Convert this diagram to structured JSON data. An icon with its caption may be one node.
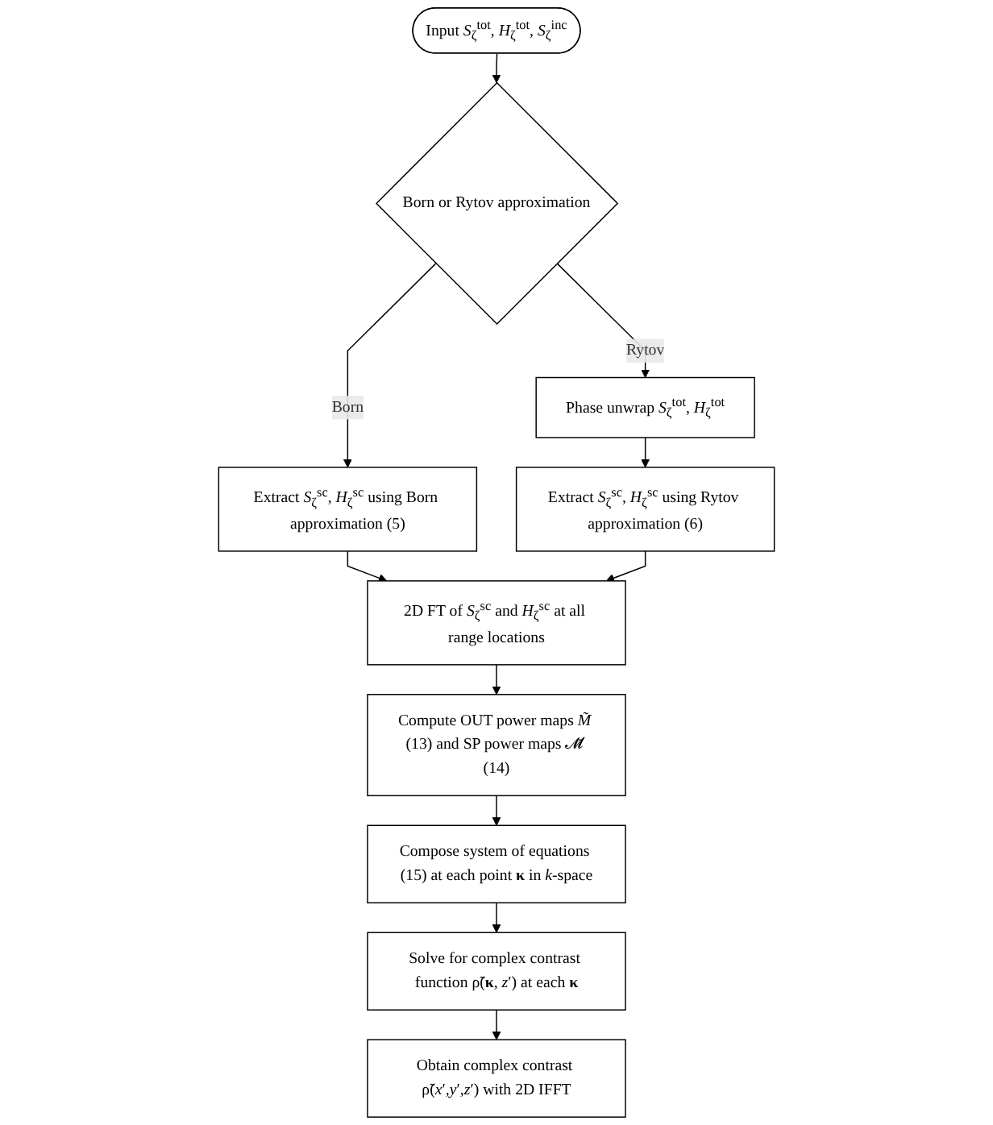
{
  "diagram": {
    "nodes": [
      {
        "text": [
          "Input *S*$_{ζ}$$^{tot}$, *H*$_{ζ}$$^{tot}$, *S*$_{ζ}$$^{inc}$"
        ]
      },
      {
        "text": [
          "Born or Rytov approximation"
        ]
      },
      {
        "text": [
          "Extract *S*$_{ζ}$$^{sc}$, *H*$_{ζ}$$^{sc}$ using Born approximation (5)"
        ]
      },
      {
        "text": [
          "Phase unwrap *S*$_{ζ}$$^{tot}$, *H*$_{ζ}$$^{tot}$"
        ]
      },
      {
        "text": [
          "Extract *S*$_{ζ}$$^{sc}$, *H*$_{ζ}$$^{sc}$ using Rytov approximation (6)"
        ]
      },
      {
        "text": [
          "2D FT of *S*$_{ζ}$$^{sc}$ and *H*$_{ζ}$$^{sc}$ at all range locations"
        ]
      },
      {
        "text": [
          "Compute OUT power maps *M̃* (13) and SP power maps 𝓜̃ (14)"
        ]
      },
      {
        "text": [
          "Compose system of equations (15) at each point **κ** in *k*-space"
        ]
      },
      {
        "text": [
          "Solve for complex contrast function ρ̃(**κ**, *z*′) at each **κ**"
        ]
      },
      {
        "text": [
          "Obtain complex contrast ρ̃(*x*′,*y*′,*z*′) with 2D IFFT"
        ]
      }
    ],
    "edges": [
      {
        "from": 0,
        "to": 1,
        "arrow": "to"
      },
      {
        "from": 1,
        "to": 2,
        "arrow": "to",
        "label": "Born"
      },
      {
        "from": 1,
        "to": 3,
        "arrow": "to",
        "label": "Rytov"
      },
      {
        "from": 3,
        "to": 4,
        "arrow": "to"
      },
      {
        "from": 2,
        "to": 5,
        "arrow": "to"
      },
      {
        "from": 4,
        "to": 5,
        "arrow": "to"
      },
      {
        "from": 5,
        "to": 6,
        "arrow": "to"
      },
      {
        "from": 6,
        "to": 7,
        "arrow": "to"
      },
      {
        "from": 7,
        "to": 8,
        "arrow": "to"
      },
      {
        "from": 8,
        "to": 9,
        "arrow": "to"
      }
    ]
  }
}
